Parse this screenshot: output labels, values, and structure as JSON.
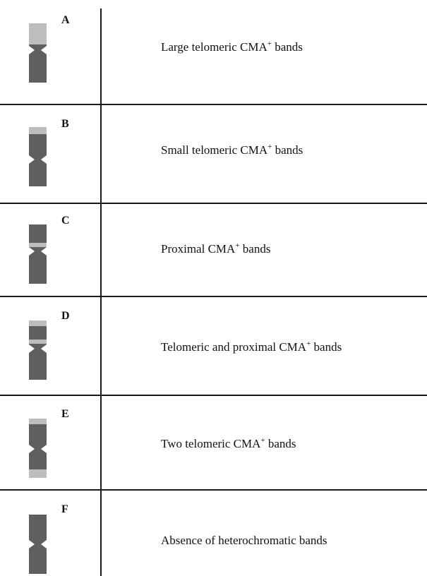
{
  "colors": {
    "euchromatin": "#5f5f5f",
    "cma_band": "#bdbdbd",
    "lines": "#1a1a1a"
  },
  "rows": [
    {
      "letter": "A",
      "label_main": "Large telomeric CMA",
      "label_sup": "+",
      "label_end": " bands"
    },
    {
      "letter": "B",
      "label_main": "Small telomeric CMA",
      "label_sup": "+",
      "label_end": " bands"
    },
    {
      "letter": "C",
      "label_main": "Proximal CMA",
      "label_sup": "+",
      "label_end": " bands"
    },
    {
      "letter": "D",
      "label_main": "Telomeric and proximal CMA",
      "label_sup": "+",
      "label_end": " bands"
    },
    {
      "letter": "E",
      "label_main": "Two telomeric CMA",
      "label_sup": "+",
      "label_end": " bands"
    },
    {
      "letter": "F",
      "label_main": "Absence of heterochromatic bands",
      "label_sup": "",
      "label_end": ""
    }
  ]
}
